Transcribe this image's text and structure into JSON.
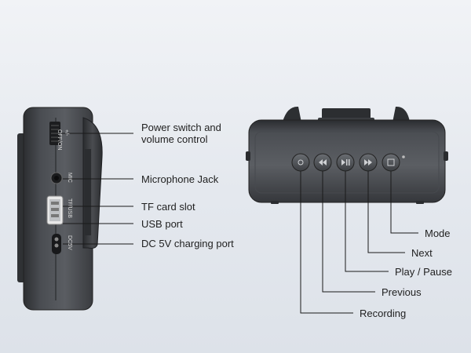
{
  "side_view": {
    "port_labels": {
      "power": "OFF/ON",
      "power_symbol": "+/-",
      "mic": "MIC",
      "tf_usb": "TF/USB",
      "dc": "DC5V"
    },
    "callouts": {
      "power_line1": "Power switch and",
      "power_line2": "volume control",
      "mic": "Microphone Jack",
      "tf": "TF card slot",
      "usb": "USB port",
      "dc": "DC 5V charging port"
    }
  },
  "front_view": {
    "callouts": {
      "mode": "Mode",
      "next": "Next",
      "play_pause": "Play / Pause",
      "previous": "Previous",
      "recording": "Recording"
    }
  },
  "colors": {
    "body_dark": "#3d3f43",
    "body_mid": "#55585d",
    "line": "#1a1a1a"
  }
}
